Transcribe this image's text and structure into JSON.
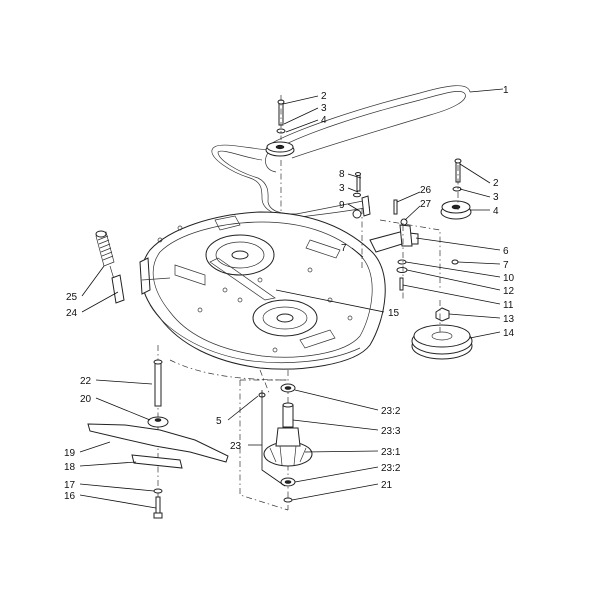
{
  "diagram": {
    "labels": [
      {
        "id": "1",
        "text": "1"
      },
      {
        "id": "2a",
        "text": "2"
      },
      {
        "id": "3a",
        "text": "3"
      },
      {
        "id": "4a",
        "text": "4"
      },
      {
        "id": "8",
        "text": "8"
      },
      {
        "id": "3b",
        "text": "3"
      },
      {
        "id": "9",
        "text": "9"
      },
      {
        "id": "26",
        "text": "26"
      },
      {
        "id": "27",
        "text": "27"
      },
      {
        "id": "2b",
        "text": "2"
      },
      {
        "id": "3c",
        "text": "3"
      },
      {
        "id": "4b",
        "text": "4"
      },
      {
        "id": "6",
        "text": "6"
      },
      {
        "id": "7a",
        "text": "7"
      },
      {
        "id": "7b",
        "text": "7"
      },
      {
        "id": "10",
        "text": "10"
      },
      {
        "id": "12",
        "text": "12"
      },
      {
        "id": "11",
        "text": "11"
      },
      {
        "id": "13",
        "text": "13"
      },
      {
        "id": "14",
        "text": "14"
      },
      {
        "id": "25",
        "text": "25"
      },
      {
        "id": "24",
        "text": "24"
      },
      {
        "id": "15",
        "text": "15"
      },
      {
        "id": "22",
        "text": "22"
      },
      {
        "id": "20",
        "text": "20"
      },
      {
        "id": "5",
        "text": "5"
      },
      {
        "id": "23_2a",
        "text": "23:2"
      },
      {
        "id": "23_3",
        "text": "23:3"
      },
      {
        "id": "23",
        "text": "23"
      },
      {
        "id": "23_1",
        "text": "23:1"
      },
      {
        "id": "23_2b",
        "text": "23:2"
      },
      {
        "id": "19",
        "text": "19"
      },
      {
        "id": "18",
        "text": "18"
      },
      {
        "id": "17",
        "text": "17"
      },
      {
        "id": "16",
        "text": "16"
      },
      {
        "id": "21",
        "text": "21"
      }
    ]
  }
}
